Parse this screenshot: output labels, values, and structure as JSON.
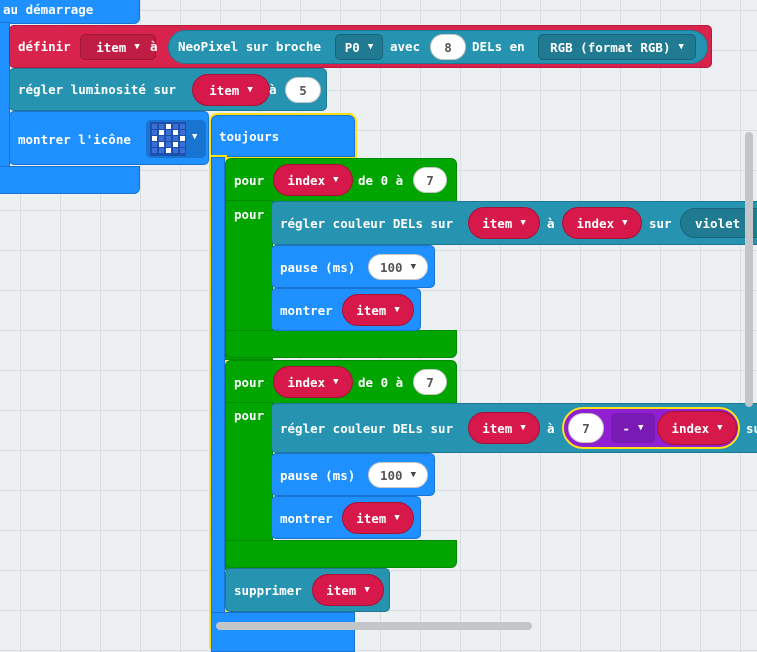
{
  "on_start": {
    "hat_label": "au démarrage",
    "set_block": {
      "label": "définir",
      "var": "item",
      "to": "à",
      "np_label": "NeoPixel sur broche",
      "pin": "P0",
      "with": "avec",
      "count": "8",
      "leds_in": "DELs en",
      "mode": "RGB (format RGB)"
    },
    "brightness_block": {
      "label": "régler luminosité sur",
      "var": "item",
      "to": "à",
      "value": "5"
    },
    "icon_block": {
      "label": "montrer l'icône"
    }
  },
  "forever": {
    "hat_label": "toujours",
    "loop1": {
      "label": "pour",
      "var": "index",
      "from": "de 0 à",
      "to": "7",
      "do": "pour"
    },
    "set_color1": {
      "label": "régler couleur DELs sur",
      "var": "item",
      "at": "à",
      "index": "index",
      "on": "sur",
      "color": "violet"
    },
    "pause1": {
      "label": "pause (ms)",
      "value": "100"
    },
    "show1": {
      "label": "montrer",
      "var": "item"
    },
    "loop2": {
      "label": "pour",
      "var": "index",
      "from": "de 0 à",
      "to": "7",
      "do": "pour"
    },
    "set_color2": {
      "label": "régler couleur DELs sur",
      "var": "item",
      "at": "à",
      "left": "7",
      "op": "-",
      "index": "index",
      "suffix": "su"
    },
    "pause2": {
      "label": "pause (ms)",
      "value": "100"
    },
    "show2": {
      "label": "montrer",
      "var": "item"
    },
    "delete_block": {
      "label": "supprimer",
      "var": "item"
    }
  },
  "icons": {
    "caret": "▼",
    "led_matrix": "led-matrix-icon"
  },
  "colors": {
    "loops": "#00a500",
    "basic": "#1e90ff",
    "variables": "#d6184a",
    "neopixel": "#2694b1",
    "math": "#8f1fd1",
    "selection": "#ffe11a"
  }
}
